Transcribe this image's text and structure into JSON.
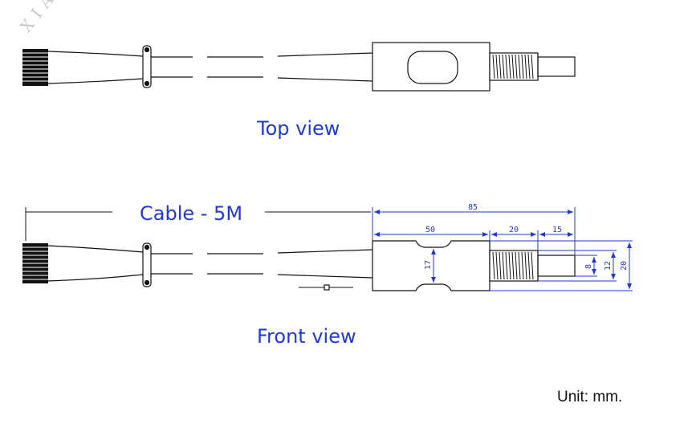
{
  "watermark": "XIAN NUO",
  "labels": {
    "top_view": "Top view",
    "front_view": "Front view",
    "cable": "Cable - 5M",
    "unit": "Unit: mm."
  },
  "dimensions": {
    "overall": "85",
    "body": "50",
    "thread": "20",
    "tip": "15",
    "body_height": "17",
    "tip_dia": "8",
    "thread_dia": "12",
    "height": "20"
  },
  "colors": {
    "drawing": "#111111",
    "dimension": "#1f3ad6"
  }
}
